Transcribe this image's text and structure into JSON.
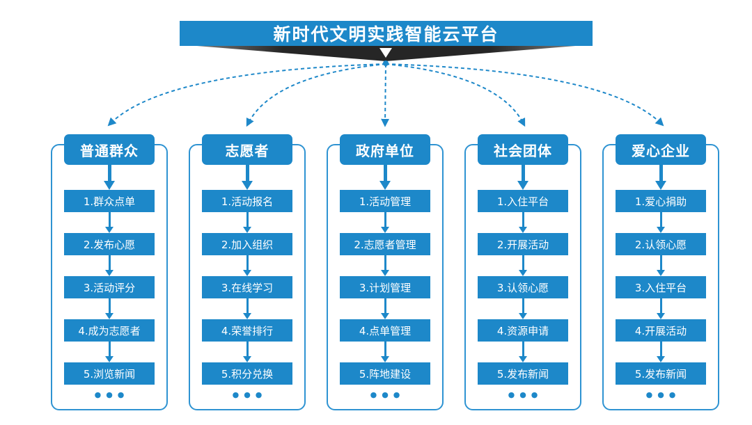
{
  "diagram": {
    "title": "新时代文明实践智能云平台",
    "ellipsis": "●●●",
    "colors": {
      "primary_blue": "#1d88c9",
      "outline_blue": "#2e93d2",
      "connector_blue": "#1e88c9",
      "ribbon_dark": "#262626",
      "background": "#ffffff",
      "text_on_blue": "#ffffff"
    },
    "columns": [
      {
        "title": "普通群众",
        "items": [
          "1.群众点单",
          "2.发布心愿",
          "3.活动评分",
          "4.成为志愿者",
          "5.浏览新闻"
        ]
      },
      {
        "title": "志愿者",
        "items": [
          "1.活动报名",
          "2.加入组织",
          "3.在线学习",
          "4.荣誉排行",
          "5.积分兑换"
        ]
      },
      {
        "title": "政府单位",
        "items": [
          "1.活动管理",
          "2.志愿者管理",
          "3.计划管理",
          "4.点单管理",
          "5.阵地建设"
        ]
      },
      {
        "title": "社会团体",
        "items": [
          "1.入住平台",
          "2.开展活动",
          "3.认领心愿",
          "4.资源申请",
          "5.发布新闻"
        ]
      },
      {
        "title": "爱心企业",
        "items": [
          "1.爱心捐助",
          "2.认领心愿",
          "3.入住平台",
          "4.开展活动",
          "5.发布新闻"
        ]
      }
    ]
  }
}
